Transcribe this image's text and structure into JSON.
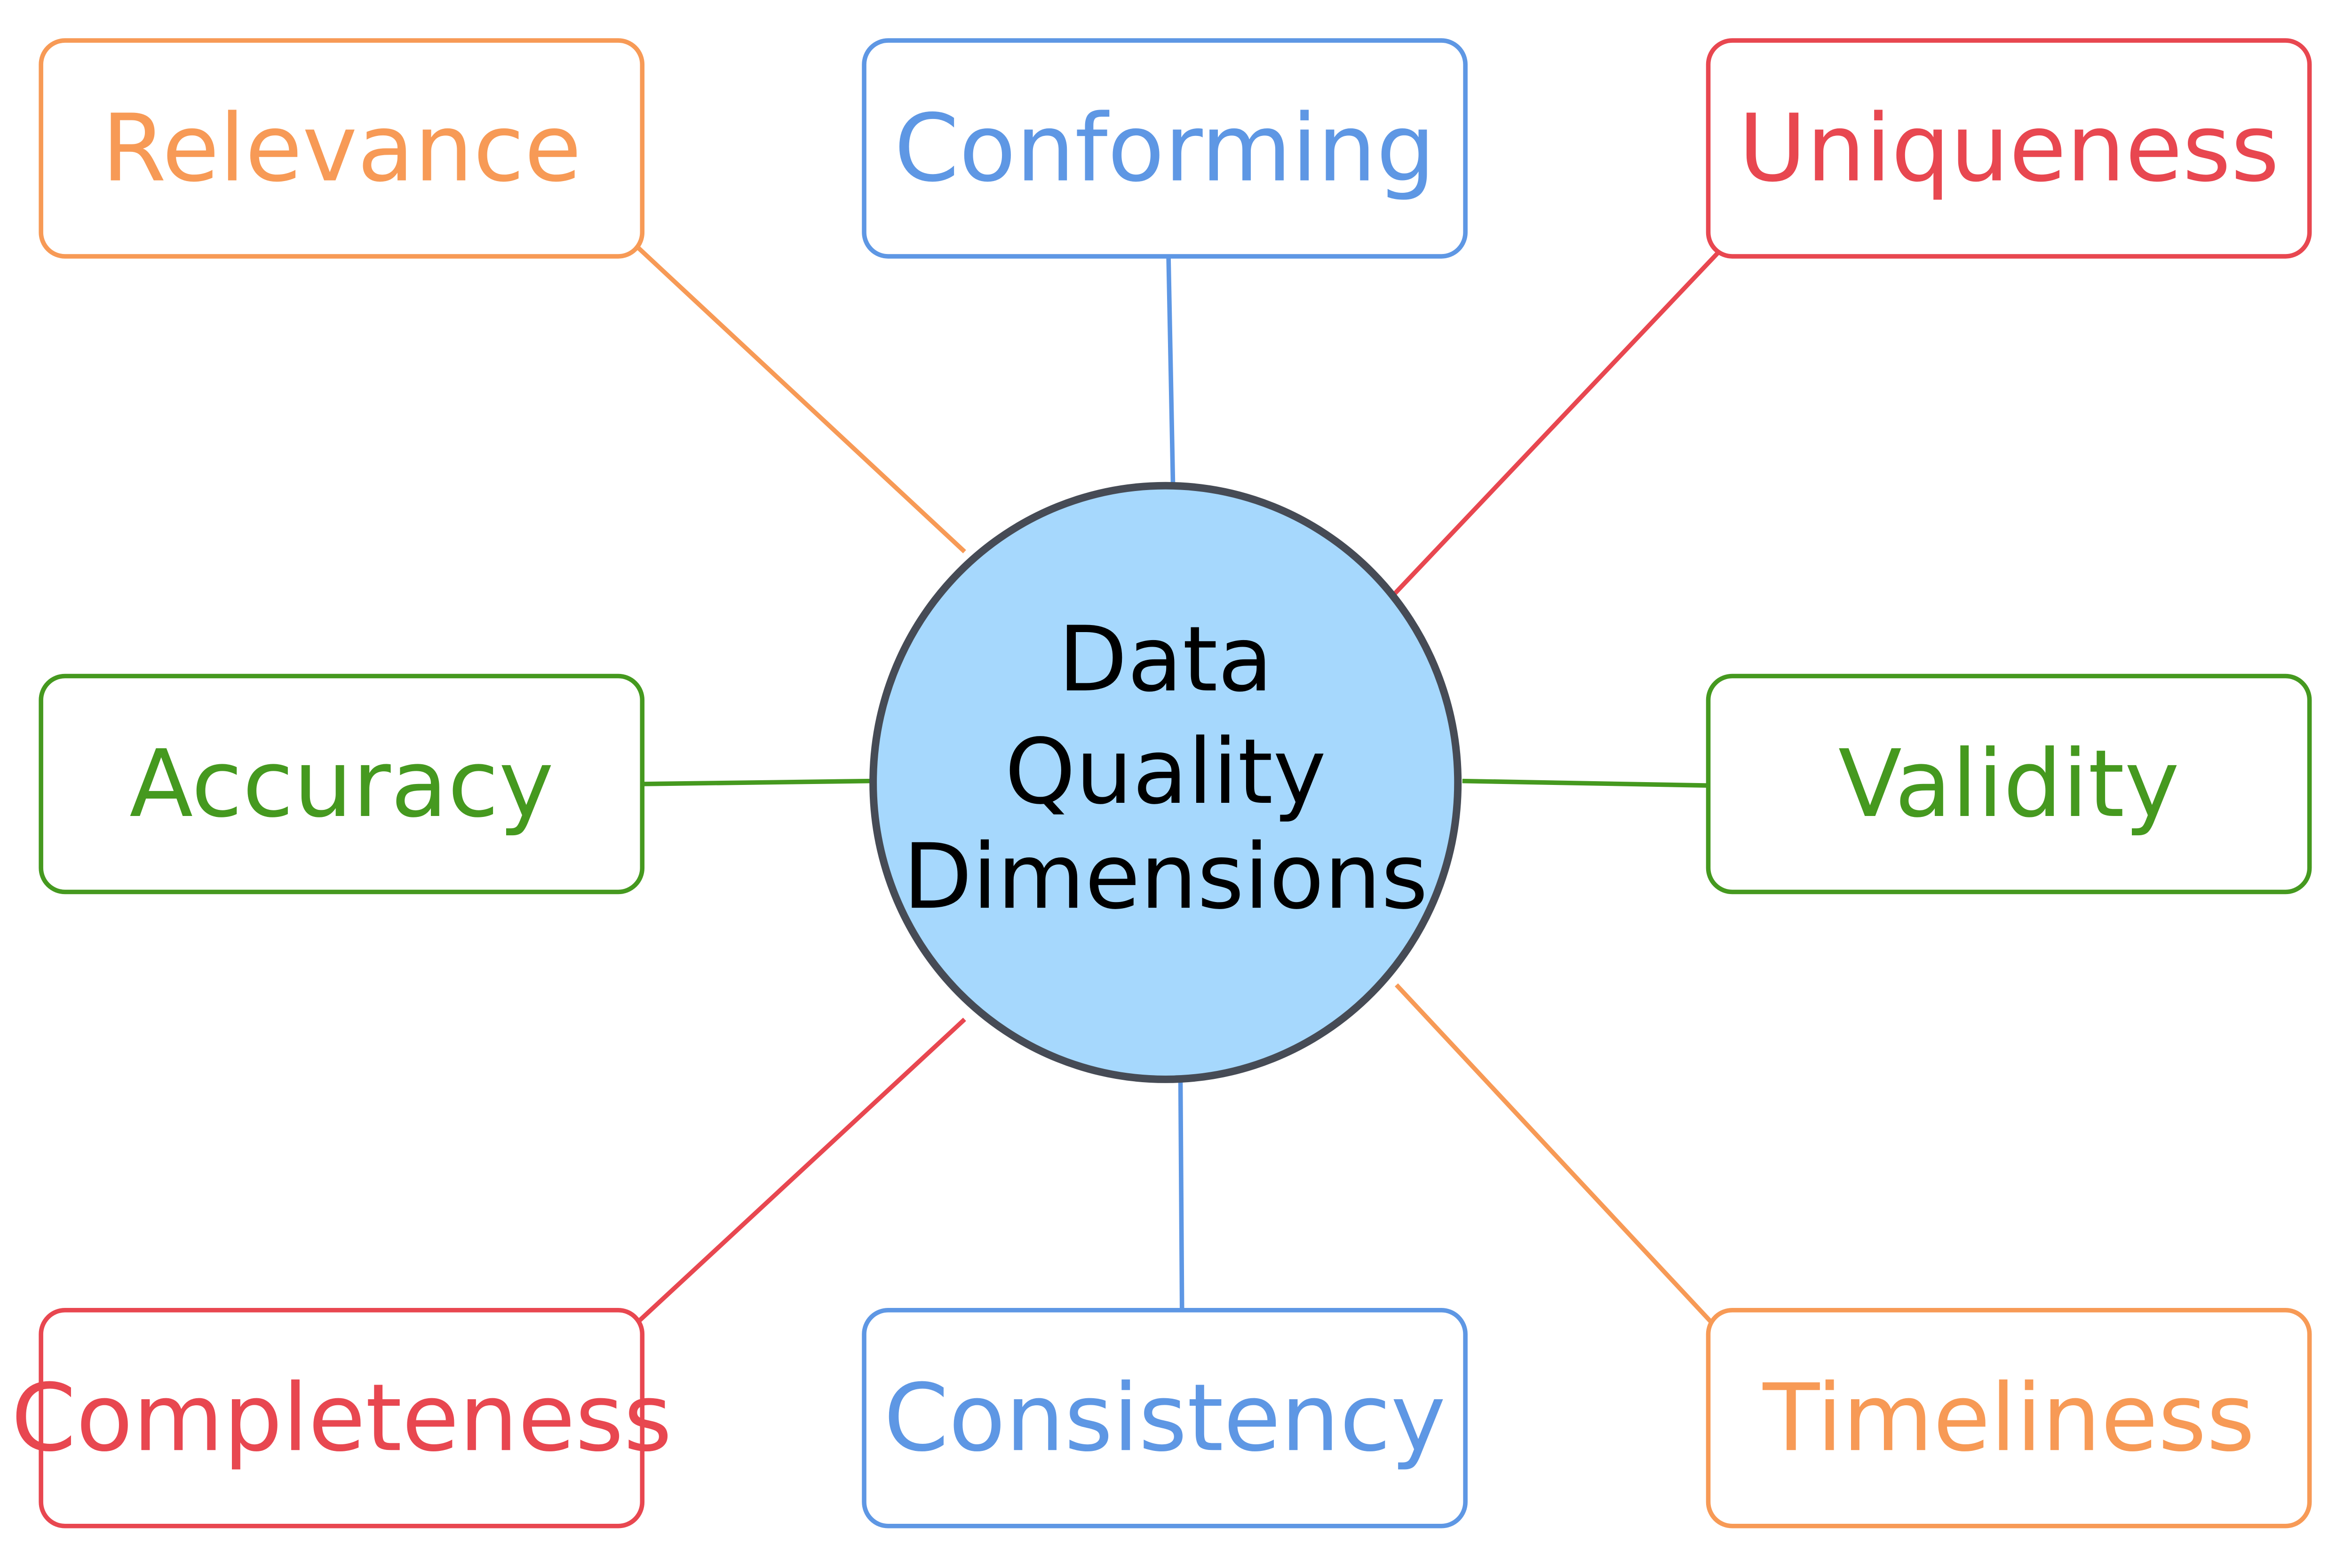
{
  "colors": {
    "orange": "#f79a56",
    "blue": "#5e97e4",
    "red": "#e84750",
    "green": "#45991f",
    "circle_fill": "#a6d8fd",
    "circle_stroke": "#464b55"
  },
  "center": {
    "lines": [
      "Data",
      "Quality",
      "Dimensions"
    ]
  },
  "nodes": [
    {
      "label": "Relevance",
      "color": "orange"
    },
    {
      "label": "Conforming",
      "color": "blue"
    },
    {
      "label": "Uniqueness",
      "color": "red"
    },
    {
      "label": "Accuracy",
      "color": "green"
    },
    {
      "label": "Validity",
      "color": "green"
    },
    {
      "label": "Completeness",
      "color": "red"
    },
    {
      "label": "Consistency",
      "color": "blue"
    },
    {
      "label": "Timeliness",
      "color": "orange"
    }
  ]
}
